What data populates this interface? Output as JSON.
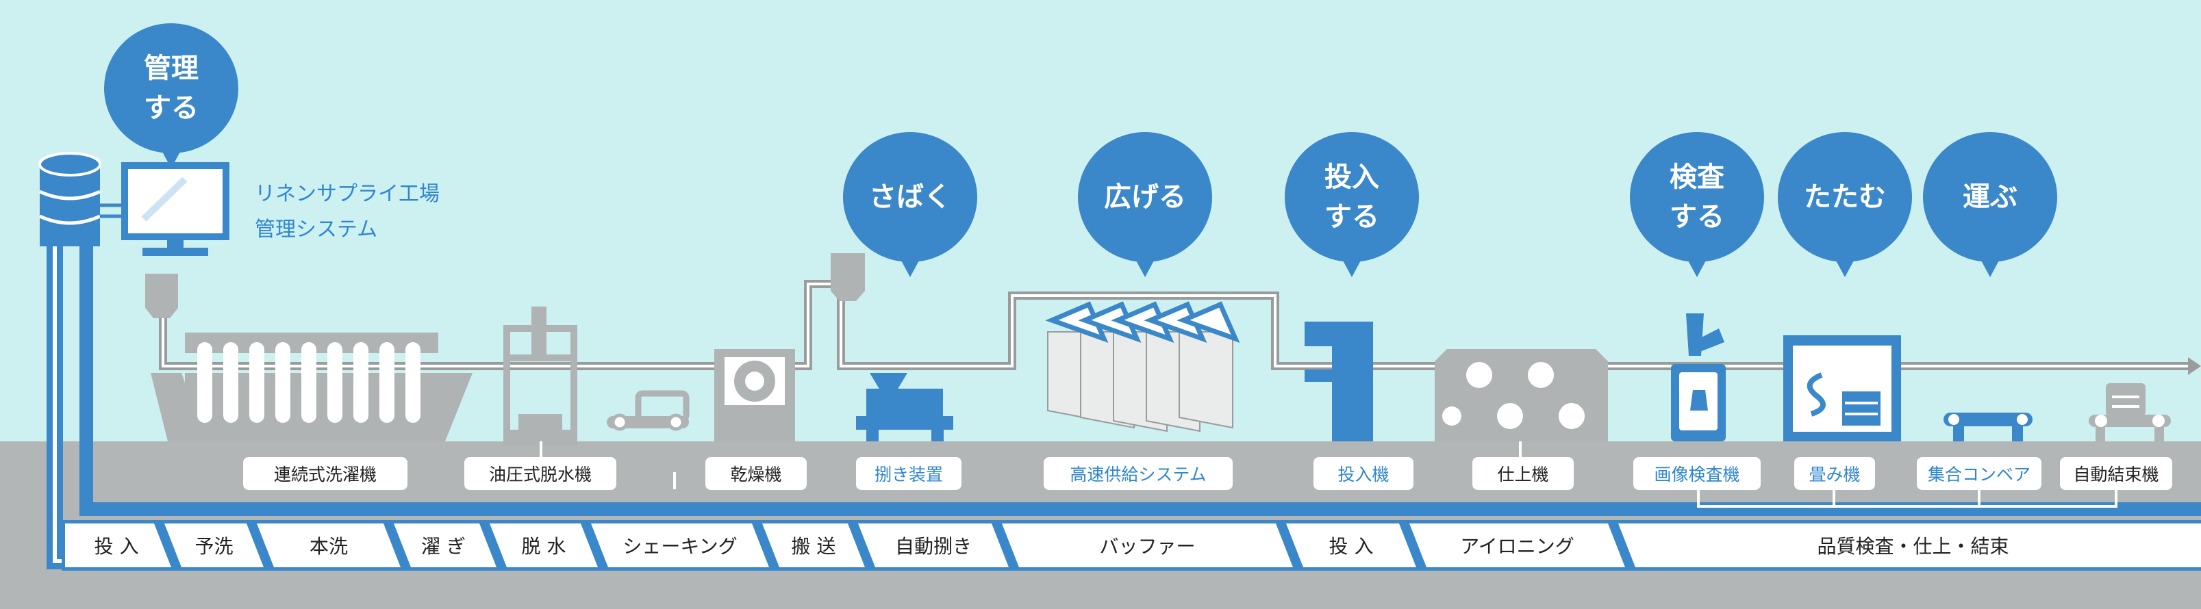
{
  "bubbles": [
    "管理\nする",
    "さばく",
    "広げる",
    "投入\nする",
    "検査\nする",
    "たたむ",
    "運ぶ"
  ],
  "system_label": "リネンサプライ工場\n管理システム",
  "machines": [
    "連続式洗濯機",
    "油圧式脱水機",
    "乾燥機",
    "捌き装置",
    "高速供給システム",
    "投入機",
    "仕上機",
    "画像検査機",
    "畳み機",
    "集合コンベア",
    "自動結束機"
  ],
  "steps": [
    "投 入",
    "予洗",
    "本洗",
    "濯 ぎ",
    "脱 水",
    "シェーキング",
    "搬 送",
    "自動捌き",
    "バッファー",
    "投 入",
    "アイロニング",
    "品質検査・仕上・結束"
  ],
  "colors": {
    "sky": "#cdf0f1",
    "accent_blue": "#3a87c9",
    "machine_grey": "#b0b3b3",
    "floor_grey": "#b3b6b6"
  }
}
